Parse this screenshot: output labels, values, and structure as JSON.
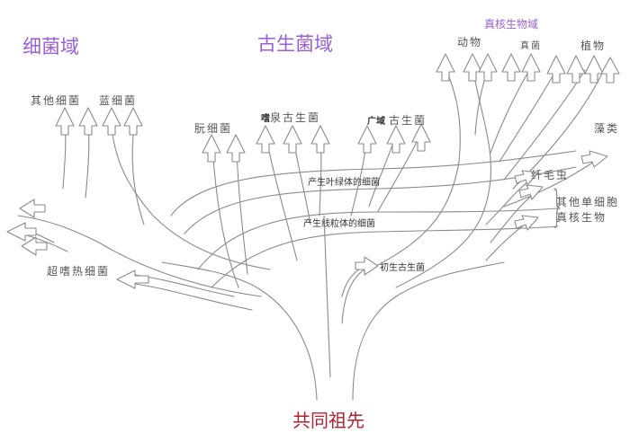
{
  "title": "生命之树",
  "colors": {
    "domain": "#9a5fd6",
    "root": "#b3202e",
    "branch": "#8a8a8a"
  },
  "domains": {
    "bacteria": "细菌域",
    "archaea": "古生菌域",
    "eukarya": "真核生物域"
  },
  "bacteria_groups": {
    "other_bacteria": "其他细菌",
    "cyanobacteria": "蓝细菌",
    "hyperthermophilic_bacteria": "超嗜热细菌"
  },
  "archaea_groups": {
    "nanoarchaea": "朊细菌",
    "thermophilic_archaea_prefix": "嗜",
    "thermophilic_archaea": "泉古生菌",
    "euryarchaea_prefix": "广域",
    "euryarchaea": "古生菌",
    "primitive_archaea": "初生古生菌"
  },
  "eukarya_groups": {
    "animals": "动物",
    "fungi": "真菌",
    "plants": "植物",
    "algae": "藻类",
    "ciliates": "纤毛虫",
    "other_unicellular_line1": "其他单细胞",
    "other_unicellular_line2": "真核生物"
  },
  "transfers": {
    "chloroplast_bacteria": "产生叶绿体的细菌",
    "mitochondria_bacteria": "产生线粒体的细菌"
  },
  "root": "共同祖先"
}
